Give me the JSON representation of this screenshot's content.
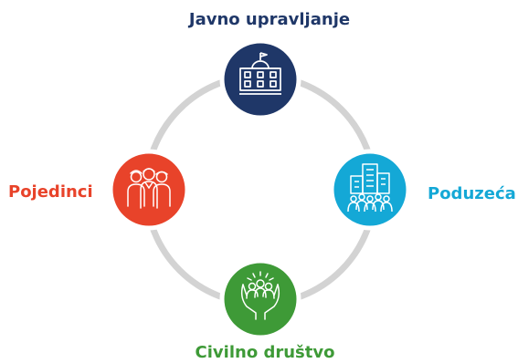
{
  "nodes": {
    "top": {
      "label": "Javno upravljanje",
      "color": "#1f3768",
      "icon": "parliament-building-icon"
    },
    "right": {
      "label": "Poduzeća",
      "color": "#14a8d6",
      "icon": "office-buildings-people-icon"
    },
    "bottom": {
      "label": "Civilno društvo",
      "color": "#3e9a37",
      "icon": "hands-holding-people-icon"
    },
    "left": {
      "label": "Pojedinci",
      "color": "#e8432a",
      "icon": "group-of-people-icon"
    }
  },
  "ring_color": "#d3d3d3"
}
